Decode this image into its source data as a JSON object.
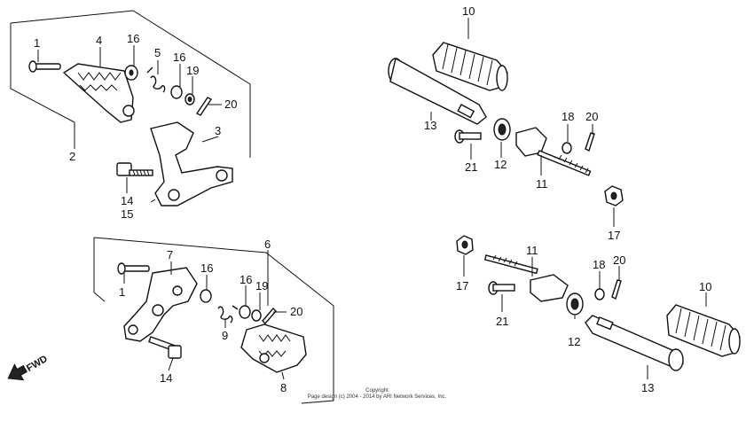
{
  "labels": {
    "p1": "1",
    "p2": "2",
    "p3": "3",
    "p4": "4",
    "p5": "5",
    "p6": "6",
    "p7": "7",
    "p8": "8",
    "p9": "9",
    "p10a": "10",
    "p10b": "10",
    "p11a": "11",
    "p11b": "11",
    "p12a": "12",
    "p12b": "12",
    "p13a": "13",
    "p13b": "13",
    "p14a": "14",
    "p14b": "14",
    "p15": "15",
    "p16a": "16",
    "p16b": "16",
    "p16c": "16",
    "p16d": "16",
    "p17a": "17",
    "p17b": "17",
    "p18a": "18",
    "p18b": "18",
    "p19a": "19",
    "p19b": "19",
    "p20a": "20",
    "p20b": "20",
    "p20c": "20",
    "p20d": "20",
    "p21a": "21",
    "p21b": "21",
    "p1b": "1"
  },
  "fwd": "FWD",
  "copyright": {
    "line1": "Copyright",
    "line2": "Page design (c) 2004 - 2014 by ARI Network Services, Inc."
  },
  "colors": {
    "ink": "#111111",
    "background": "#ffffff"
  }
}
